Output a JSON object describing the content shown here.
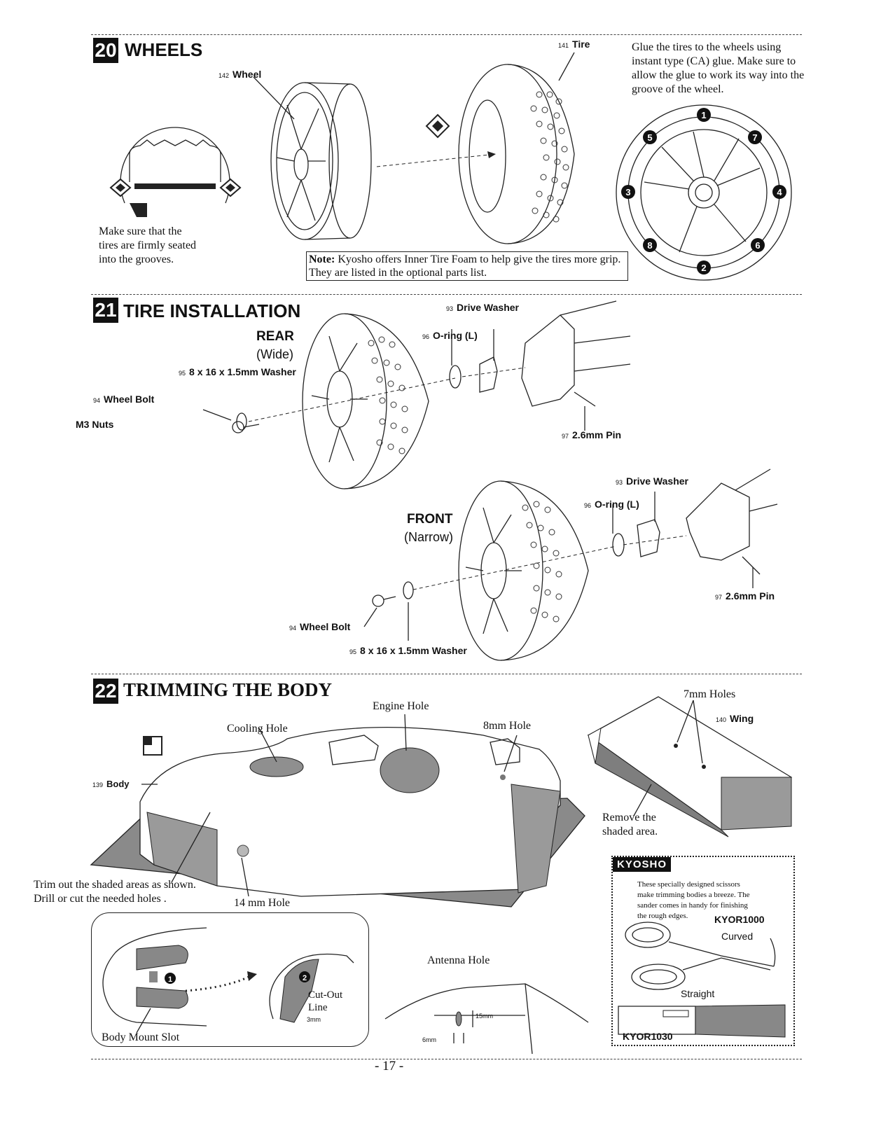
{
  "section20": {
    "number": "20",
    "title": "WHEELS",
    "labels": {
      "wheel": "Wheel",
      "wheel_num": "142",
      "tire": "Tire",
      "tire_num": "141"
    },
    "seat_text": [
      "Make sure that the",
      "tires are firmly seated",
      "into the grooves."
    ],
    "glue_text": [
      "Glue the tires to the wheels using",
      "instant type (CA) glue.  Make sure to",
      "allow the glue to work its way into the",
      "groove of the wheel."
    ],
    "glue_order": [
      "1",
      "2",
      "3",
      "4",
      "5",
      "6",
      "7",
      "8"
    ],
    "note_label": "Note:",
    "note_text": " Kyosho offers Inner Tire Foam to help give the tires more grip.  They are listed in the optional parts list."
  },
  "section21": {
    "number": "21",
    "title": "TIRE INSTALLATION",
    "rear_title": "REAR",
    "rear_sub": "(Wide)",
    "front_title": "FRONT",
    "front_sub": "(Narrow)",
    "labels": {
      "drive_washer": "Drive Washer",
      "drive_washer_num": "93",
      "oring": "O-ring (L)",
      "oring_num": "96",
      "washer": "8 x 16 x 1.5mm Washer",
      "washer_num": "95",
      "wheel_bolt": "Wheel Bolt",
      "wheel_bolt_num": "94",
      "m3_nuts": "M3 Nuts",
      "pin": "2.6mm Pin",
      "pin_num": "97"
    }
  },
  "section22": {
    "number": "22",
    "title": "TRIMMING THE BODY",
    "labels": {
      "engine_hole": "Engine Hole",
      "cooling_hole": "Cooling Hole",
      "hole_8mm": "8mm Hole",
      "body": "Body",
      "body_num": "139",
      "hole_14mm": "14 mm Hole",
      "holes_7mm": "7mm Holes",
      "wing": "Wing",
      "wing_num": "140",
      "antenna_hole": "Antenna Hole",
      "dim_15mm": "15mm",
      "dim_6mm": "6mm",
      "body_mount_slot": "Body Mount Slot",
      "cutout_line": [
        "Cut-Out",
        "Line"
      ],
      "dim_3mm": "3mm",
      "step1": "1",
      "step2": "2"
    },
    "trim_text": [
      "Trim out the shaded areas as shown.",
      "Drill or cut the needed holes ."
    ],
    "remove_text": [
      "Remove the",
      "shaded area."
    ],
    "kyosho": {
      "brand": "KYOSHO",
      "text": [
        "These specially designed scissors",
        "make trimming bodies a breeze.  The",
        "sander comes in handy for finishing",
        "the rough edges."
      ],
      "part1": "KYOR1000",
      "curved": "Curved",
      "straight": "Straight",
      "part2": "KYOR1030"
    }
  },
  "page_number": "- 17 -"
}
